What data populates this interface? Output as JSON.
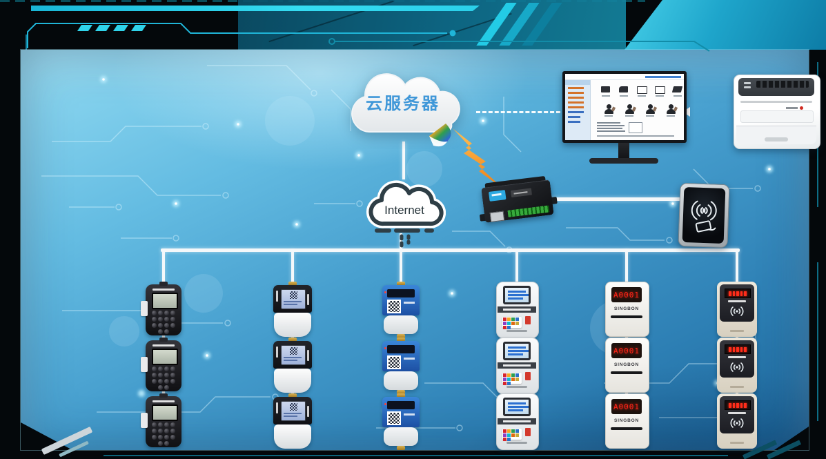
{
  "diagram": {
    "cloud_server": {
      "label": "云服务器"
    },
    "internet": {
      "label": "Internet"
    },
    "management_station": {
      "type": "desktop-monitor",
      "screen_content": "management-software-ui",
      "sidebar_item_count": 8,
      "toolbar_icon_count": 5,
      "operator_icon_count": 4
    },
    "printer": {
      "type": "laser-printer"
    },
    "gateway": {
      "type": "network-signal-converter"
    },
    "card_reader": {
      "type": "rfid-card-issuer"
    },
    "device_columns": [
      {
        "type": "keypad-water-controller",
        "count": 3
      },
      {
        "type": "lcd-water-controller",
        "count": 3
      },
      {
        "type": "iot-water-meter-qr",
        "count": 3
      },
      {
        "type": "canteen-pos-terminal",
        "count": 3
      },
      {
        "type": "singbon-card-reader",
        "count": 3,
        "display_value": "A0001",
        "brand": "SINGBON"
      },
      {
        "type": "smart-access-reader",
        "count": 3
      }
    ],
    "links": [
      "cloud-to-internet",
      "cloud-to-monitor-dashed",
      "cloud-to-gateway-lightning",
      "gateway-to-card-reader",
      "internet-to-device-bus"
    ]
  },
  "colors": {
    "accent_cyan": "#2bd0ea",
    "panel_blue": "#459dcd",
    "bolt_orange": "#f0861a",
    "led_red": "#ff2418",
    "cloud_text_blue": "#3f97d8",
    "meter_blue": "#2d6fc4",
    "frame_dark": "#04080b"
  }
}
